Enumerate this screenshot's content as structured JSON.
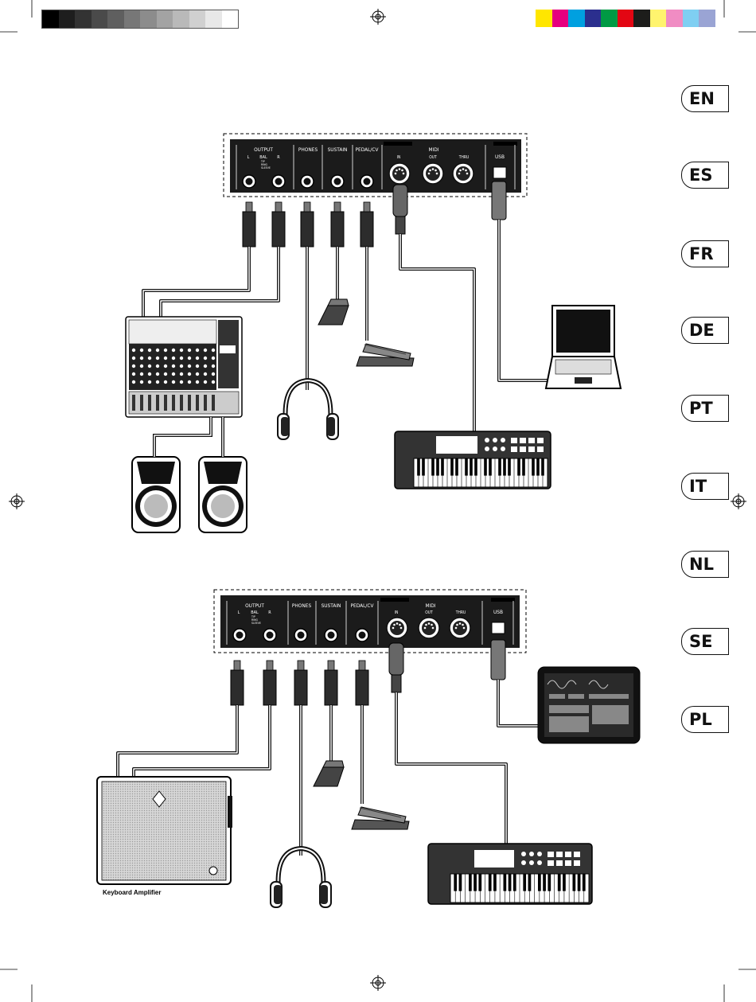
{
  "color_bar_grays": [
    "#000000",
    "#1e1e1e",
    "#333333",
    "#4a4a4a",
    "#5f5f5f",
    "#777777",
    "#8c8c8c",
    "#a3a3a3",
    "#b9b9b9",
    "#d0d0d0",
    "#e8e8e8",
    "#ffffff"
  ],
  "color_bar_colors": [
    "#ffe600",
    "#e6007e",
    "#00a0e0",
    "#2b2f8e",
    "#009a44",
    "#e30613",
    "#1d1d1b",
    "#fff46e",
    "#f08cc3",
    "#7fcff2",
    "#9aa4d4"
  ],
  "languages": [
    "EN",
    "ES",
    "FR",
    "DE",
    "PT",
    "IT",
    "NL",
    "SE",
    "PL"
  ],
  "panel": {
    "output": "OUTPUT",
    "left": "L",
    "bal": "BAL",
    "right": "R",
    "tip": "TIP",
    "ring": "RING",
    "sleeve": "SLEEVE",
    "phones": "PHONES",
    "sustain": "SUSTAIN",
    "pedal_cv": "PEDAL/CV",
    "midi": "MIDI",
    "midi_in": "IN",
    "midi_out": "OUT",
    "midi_thru": "THRU",
    "usb": "USB"
  },
  "amplifier_caption": "Keyboard Amplifier"
}
